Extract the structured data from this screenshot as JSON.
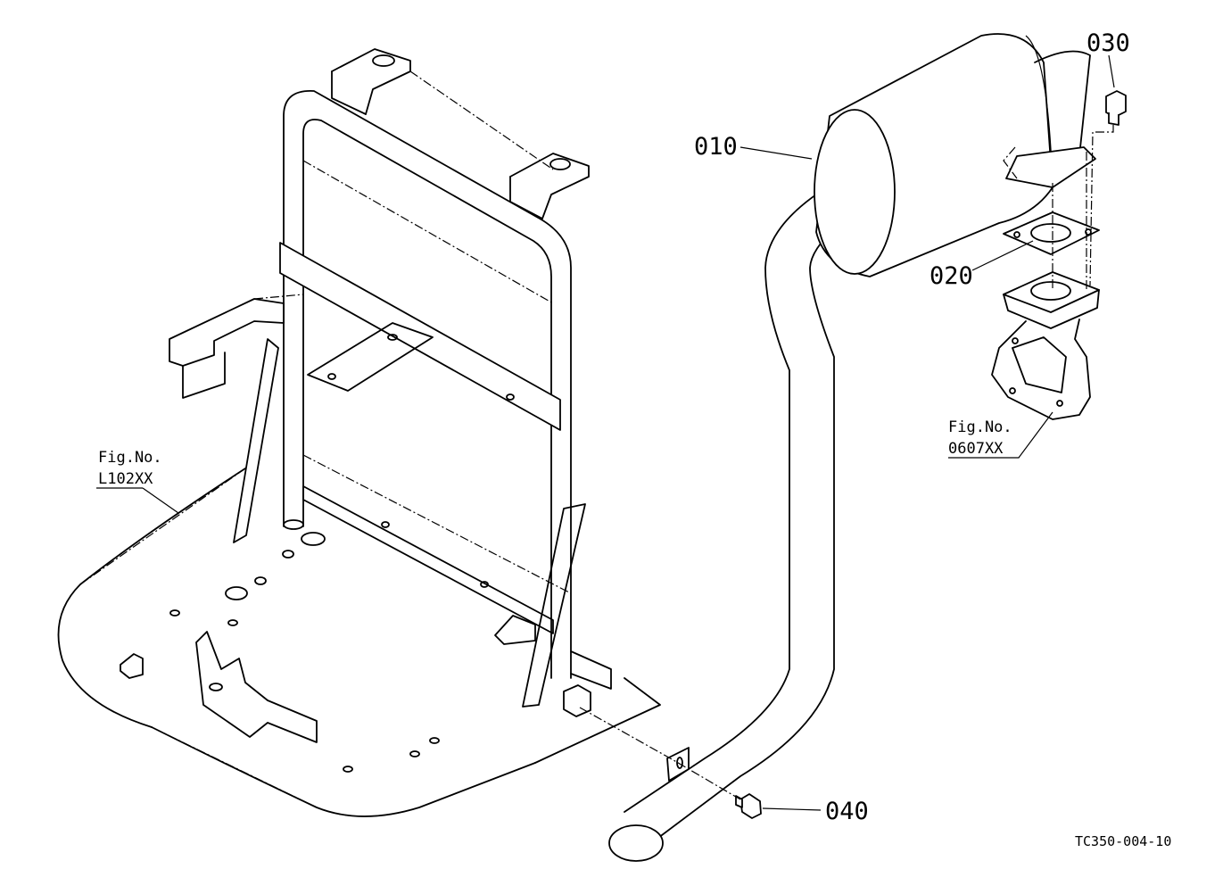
{
  "diagram": {
    "parts": [
      {
        "callout": "010"
      },
      {
        "callout": "020"
      },
      {
        "callout": "030"
      },
      {
        "callout": "040"
      }
    ],
    "references": [
      {
        "line1": "Fig.No.",
        "line2": "L102XX"
      },
      {
        "line1": "Fig.No.",
        "line2": "0607XX"
      }
    ],
    "drawing_code": "TC350-004-10"
  }
}
